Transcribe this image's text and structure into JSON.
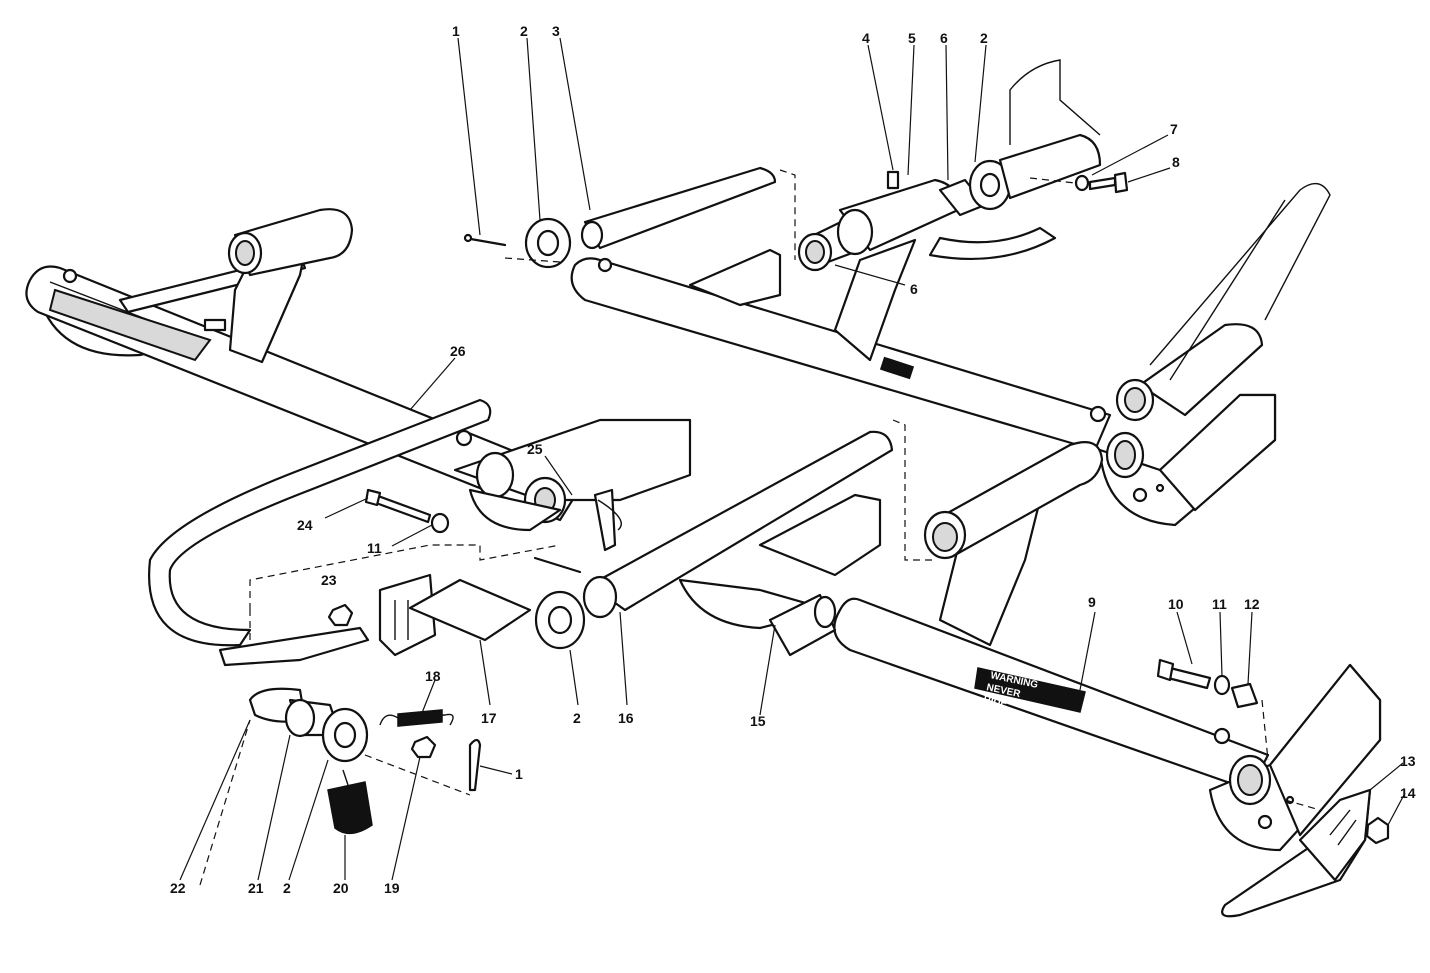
{
  "diagram": {
    "type": "exploded parts diagram",
    "line_color": "#111111",
    "background": "#ffffff",
    "callouts": [
      {
        "id": "c1a",
        "label": "1"
      },
      {
        "id": "c2a",
        "label": "2"
      },
      {
        "id": "c3",
        "label": "3"
      },
      {
        "id": "c4",
        "label": "4"
      },
      {
        "id": "c5",
        "label": "5"
      },
      {
        "id": "c6a",
        "label": "6"
      },
      {
        "id": "c2b",
        "label": "2"
      },
      {
        "id": "c7",
        "label": "7"
      },
      {
        "id": "c8",
        "label": "8"
      },
      {
        "id": "c6b",
        "label": "6"
      },
      {
        "id": "c26",
        "label": "26"
      },
      {
        "id": "c25",
        "label": "25"
      },
      {
        "id": "c24",
        "label": "24"
      },
      {
        "id": "c11a",
        "label": "11"
      },
      {
        "id": "c23",
        "label": "23"
      },
      {
        "id": "c18",
        "label": "18"
      },
      {
        "id": "c17",
        "label": "17"
      },
      {
        "id": "c2c",
        "label": "2"
      },
      {
        "id": "c16",
        "label": "16"
      },
      {
        "id": "c15",
        "label": "15"
      },
      {
        "id": "c9",
        "label": "9"
      },
      {
        "id": "c10",
        "label": "10"
      },
      {
        "id": "c11b",
        "label": "11"
      },
      {
        "id": "c12",
        "label": "12"
      },
      {
        "id": "c13",
        "label": "13"
      },
      {
        "id": "c14",
        "label": "14"
      },
      {
        "id": "c1b",
        "label": "1"
      },
      {
        "id": "c22",
        "label": "22"
      },
      {
        "id": "c21",
        "label": "21"
      },
      {
        "id": "c2d",
        "label": "2"
      },
      {
        "id": "c20",
        "label": "20"
      },
      {
        "id": "c19",
        "label": "19"
      }
    ],
    "decal": {
      "line1": "WARNING",
      "line2": "NEVER",
      "line3": "RIDE"
    }
  }
}
